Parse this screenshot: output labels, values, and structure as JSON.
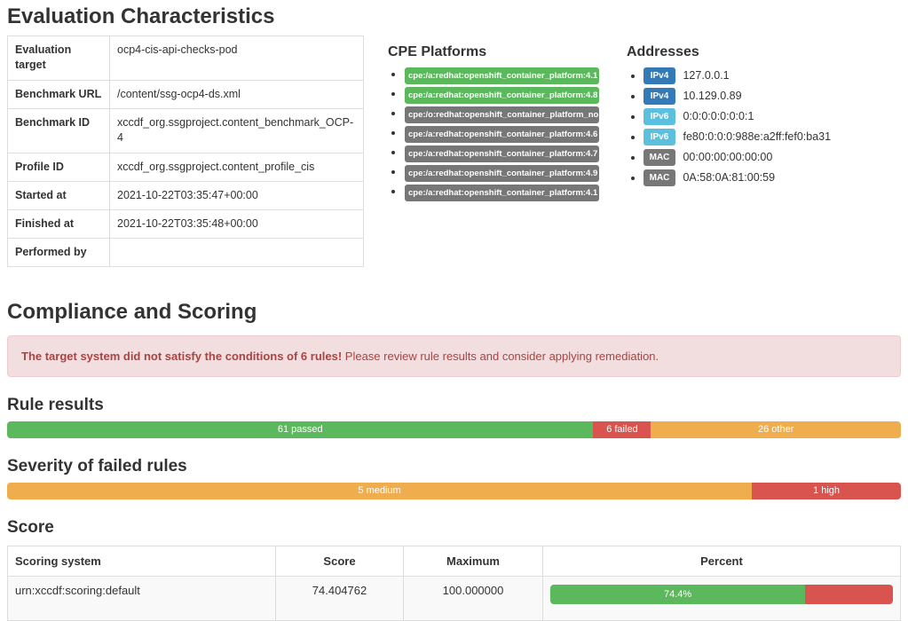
{
  "evaluation": {
    "title": "Evaluation Characteristics",
    "rows": [
      {
        "label": "Evaluation target",
        "value": "ocp4-cis-api-checks-pod"
      },
      {
        "label": "Benchmark URL",
        "value": "/content/ssg-ocp4-ds.xml"
      },
      {
        "label": "Benchmark ID",
        "value": "xccdf_org.ssgproject.content_benchmark_OCP-4"
      },
      {
        "label": "Profile ID",
        "value": "xccdf_org.ssgproject.content_profile_cis"
      },
      {
        "label": "Started at",
        "value": "2021-10-22T03:35:47+00:00"
      },
      {
        "label": "Finished at",
        "value": "2021-10-22T03:35:48+00:00"
      },
      {
        "label": "Performed by",
        "value": ""
      }
    ]
  },
  "cpe": {
    "title": "CPE Platforms",
    "items": [
      {
        "text": "cpe:/a:redhat:openshift_container_platform:4.1",
        "color": "green"
      },
      {
        "text": "cpe:/a:redhat:openshift_container_platform:4.8",
        "color": "green"
      },
      {
        "text": "cpe:/o:redhat:openshift_container_platform_no",
        "color": "gray"
      },
      {
        "text": "cpe:/a:redhat:openshift_container_platform:4.6",
        "color": "gray"
      },
      {
        "text": "cpe:/a:redhat:openshift_container_platform:4.7",
        "color": "gray"
      },
      {
        "text": "cpe:/a:redhat:openshift_container_platform:4.9",
        "color": "gray"
      },
      {
        "text": "cpe:/a:redhat:openshift_container_platform:4.1",
        "color": "gray"
      }
    ]
  },
  "addresses": {
    "title": "Addresses",
    "items": [
      {
        "type": "IPv4",
        "value": "127.0.0.1"
      },
      {
        "type": "IPv4",
        "value": "10.129.0.89"
      },
      {
        "type": "IPv6",
        "value": "0:0:0:0:0:0:0:1"
      },
      {
        "type": "IPv6",
        "value": "fe80:0:0:0:988e:a2ff:fef0:ba31"
      },
      {
        "type": "MAC",
        "value": "00:00:00:00:00:00"
      },
      {
        "type": "MAC",
        "value": "0A:58:0A:81:00:59"
      }
    ]
  },
  "compliance": {
    "title": "Compliance and Scoring",
    "alert_bold": "The target system did not satisfy the conditions of 6 rules!",
    "alert_rest": " Please review rule results and consider applying remediation."
  },
  "rule_results": {
    "title": "Rule results",
    "total": 93,
    "segments": [
      {
        "label": "61 passed",
        "count": 61,
        "percent": 65.59,
        "color": "#5cb85c"
      },
      {
        "label": "6 failed",
        "count": 6,
        "percent": 6.45,
        "color": "#d9534f"
      },
      {
        "label": "26 other",
        "count": 26,
        "percent": 27.96,
        "color": "#f0ad4e"
      }
    ]
  },
  "severity": {
    "title": "Severity of failed rules",
    "total": 6,
    "segments": [
      {
        "label": "5 medium",
        "count": 5,
        "percent": 83.33,
        "color": "#f0ad4e"
      },
      {
        "label": "1 high",
        "count": 1,
        "percent": 16.67,
        "color": "#d9534f"
      }
    ]
  },
  "score": {
    "title": "Score",
    "headers": [
      "Scoring system",
      "Score",
      "Maximum",
      "Percent"
    ],
    "rows": [
      {
        "system": "urn:xccdf:scoring:default",
        "score": "74.404762",
        "maximum": "100.000000",
        "percent": 74.4,
        "percent_label": "74.4%"
      }
    ]
  },
  "colors": {
    "success": "#5cb85c",
    "danger": "#d9534f",
    "warning": "#f0ad4e",
    "ipv4_badge": "#337ab7",
    "ipv6_badge": "#5bc0de",
    "mac_badge": "#777777",
    "alert_bg": "#f2dede",
    "alert_text": "#a94442"
  }
}
